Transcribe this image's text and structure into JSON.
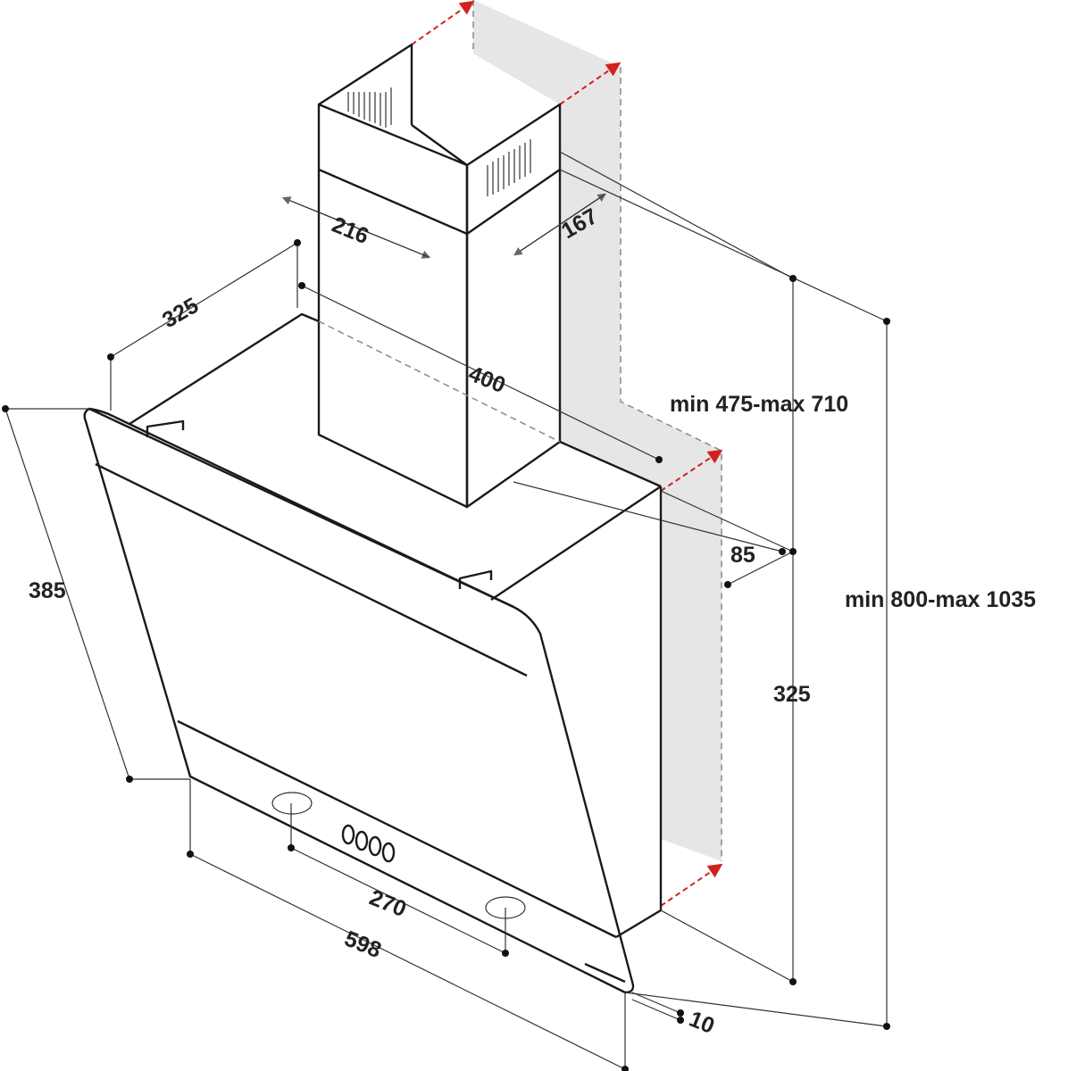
{
  "title": "Cooker hood dimensions",
  "dimensions": {
    "chimney_width": "216",
    "chimney_depth": "167",
    "top_depth": "325",
    "top_width": "400",
    "chimney_height_range": "min 475-max 710",
    "wall_offset": "85",
    "total_height_range": "min 800-max 1035",
    "body_height": "325",
    "glass_height": "385",
    "controls_width": "270",
    "total_width": "598",
    "glass_thickness": "10"
  },
  "colors": {
    "wall": "#e6e6e6",
    "arrow": "#d42020",
    "line": "#1a1a1a"
  }
}
